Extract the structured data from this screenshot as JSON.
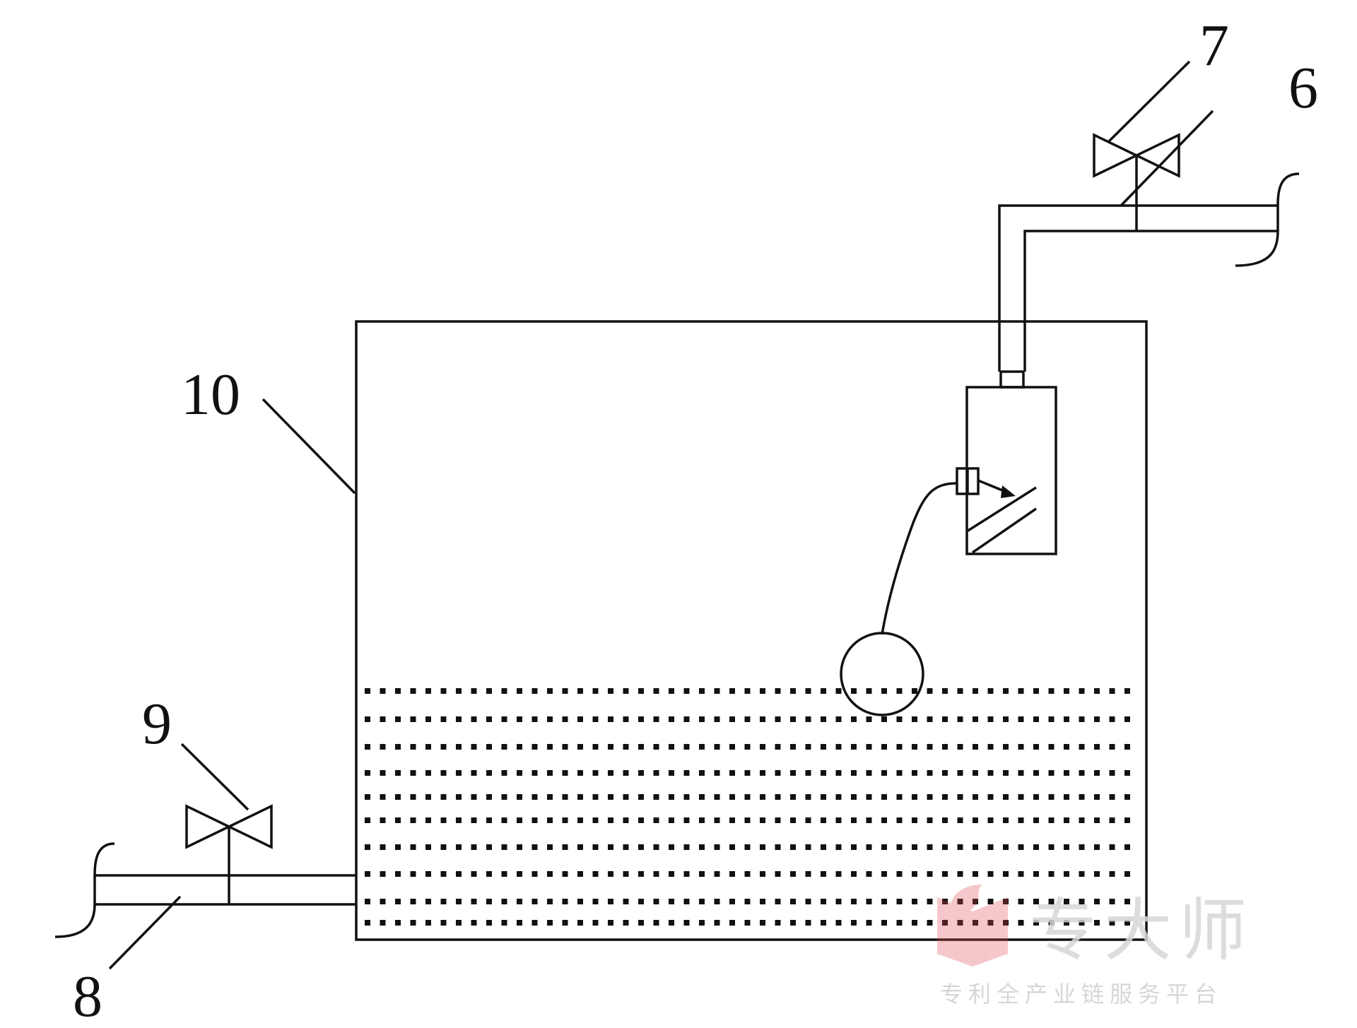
{
  "labels": {
    "tank": "10",
    "outlet_pipe": "6",
    "outlet_valve": "7",
    "inlet_pipe": "8",
    "inlet_valve": "9"
  },
  "watermark": {
    "brand_text": "专大师",
    "tagline": "专利全产业链服务平台",
    "color": "#e2474f"
  },
  "colors": {
    "line": "#111111",
    "background": "#ffffff"
  }
}
